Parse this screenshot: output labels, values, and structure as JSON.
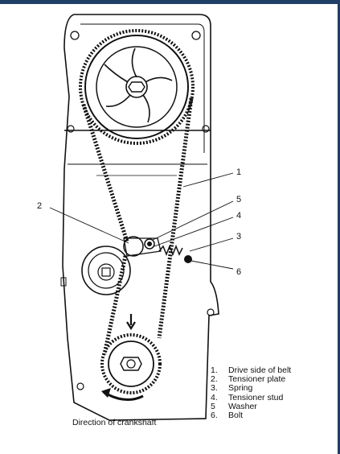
{
  "callouts": [
    "1",
    "2",
    "3",
    "4",
    "5",
    "6"
  ],
  "legend": [
    {
      "number": "1.",
      "text": "Drive side of belt"
    },
    {
      "number": "2.",
      "text": "Tensioner plate"
    },
    {
      "number": "3.",
      "text": "Spring"
    },
    {
      "number": "4.",
      "text": "Tensioner stud"
    },
    {
      "number": "5",
      "text": "Washer"
    },
    {
      "number": "6.",
      "text": "Bolt"
    }
  ],
  "caption": "Direction of crankshaft",
  "colors": {
    "ink": "#111111",
    "frame_bar": "#1f3f66",
    "background": "#ffffff"
  }
}
